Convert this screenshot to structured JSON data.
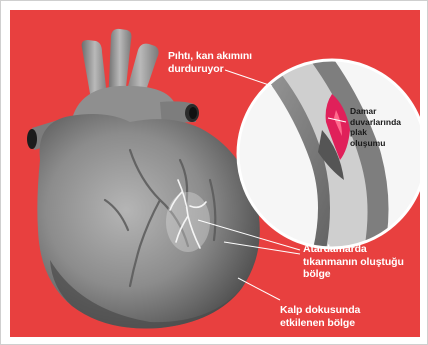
{
  "labels": {
    "clot": [
      "Pıhtı, kan akımını",
      "durduruyor"
    ],
    "plaque": [
      "Damar",
      "duvarlarında",
      "plak",
      "oluşumu"
    ],
    "blockage": [
      "Atardamarda",
      "tıkanmanın oluştuğu",
      "bölge"
    ],
    "affected": [
      "Kalp dokusunda",
      "etkilenen bölge"
    ]
  },
  "colors": {
    "background": "#e8403f",
    "label_text": "#ffffff",
    "plaque": "#e0205a",
    "heart": "#8a8a8a"
  }
}
